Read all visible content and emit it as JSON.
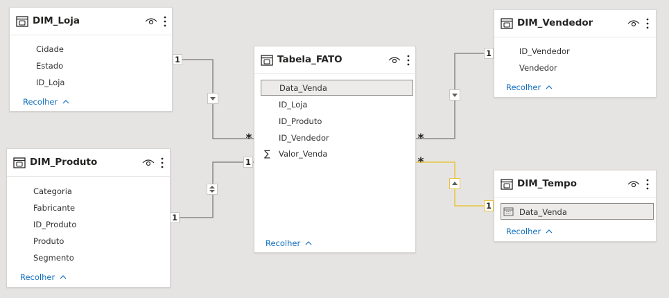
{
  "tables": {
    "dim_loja": {
      "title": "DIM_Loja",
      "fields": [
        "Cidade",
        "Estado",
        "ID_Loja"
      ],
      "collapse": "Recolher"
    },
    "dim_produto": {
      "title": "DIM_Produto",
      "fields": [
        "Categoria",
        "Fabricante",
        "ID_Produto",
        "Produto",
        "Segmento"
      ],
      "collapse": "Recolher"
    },
    "tabela_fato": {
      "title": "Tabela_FATO",
      "fields": [
        "Data_Venda",
        "ID_Loja",
        "ID_Produto",
        "ID_Vendedor",
        "Valor_Venda"
      ],
      "selected_field": "Data_Venda",
      "measure_field": "Valor_Venda",
      "collapse": "Recolher"
    },
    "dim_vendedor": {
      "title": "DIM_Vendedor",
      "fields": [
        "ID_Vendedor",
        "Vendedor"
      ],
      "collapse": "Recolher"
    },
    "dim_tempo": {
      "title": "DIM_Tempo",
      "fields": [
        "Data_Venda"
      ],
      "selected_field": "Data_Venda",
      "collapse": "Recolher"
    }
  },
  "relationships": {
    "loja_fato": {
      "one": "1",
      "many": "*",
      "direction": "single"
    },
    "produto_fato": {
      "one": "1",
      "many": "1",
      "direction": "both"
    },
    "vendedor_fato": {
      "one": "1",
      "many": "*",
      "direction": "single"
    },
    "tempo_fato": {
      "one": "1",
      "many": "*",
      "direction": "single",
      "highlighted": true
    }
  },
  "colors": {
    "background": "#e5e4e3",
    "line": "#8a8886",
    "highlight_line": "#e8c33e",
    "link": "#106ebe"
  },
  "icons": {
    "table": "table-icon",
    "visibility": "eye-icon",
    "more": "more-options-icon",
    "sum": "sigma-icon",
    "calendar": "calendar-icon",
    "collapse": "chevron-up-icon"
  }
}
